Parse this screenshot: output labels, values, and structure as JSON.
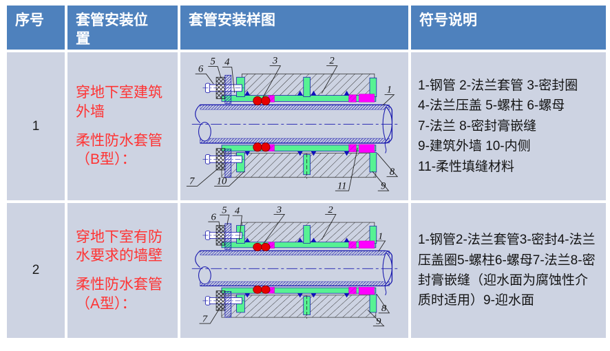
{
  "colors": {
    "header_bg": "#4E81BD",
    "header_text": "#FFFFFF",
    "row_bg": "#CDD3E2",
    "position_text_red": "#FF3333",
    "legend_text": "#141414",
    "diagram_green": "#57F293",
    "diagram_blue": "#1A1AAE",
    "diagram_magenta": "#FF00FF",
    "diagram_seal_red": "#E80000"
  },
  "table": {
    "headers": [
      "序号",
      "套管安装位置",
      "套管安装样图",
      "符号说明"
    ],
    "rows": [
      {
        "no": "1",
        "position": [
          "穿地下室建筑外墙",
          "柔性防水套管（B型）："
        ],
        "legend_lines": [
          "1-钢管 2-法兰套管 3-密封圈",
          "4-法兰压盖 5-螺柱 6-螺母",
          "7-法兰 8-密封膏嵌缝",
          "9-建筑外墙 10-内侧",
          "11-柔性填缝材料"
        ],
        "diagram_labels": [
          "6",
          "5",
          "4",
          "3",
          "2",
          "1",
          "7",
          "10",
          "11",
          "9",
          "8"
        ]
      },
      {
        "no": "2",
        "position": [
          "穿地下室有防水要求的墙壁",
          "柔性防水套管（A型）："
        ],
        "legend_lines": [
          "1-钢管2-法兰套管3-密封4-法兰压盖圈5-螺柱6-螺母7-法兰8-密封膏嵌缝（迎水面为腐蚀性介质时适用）9-迎水面"
        ],
        "diagram_labels": [
          "6",
          "5",
          "4",
          "3",
          "2",
          "1",
          "7",
          "8",
          "9"
        ]
      }
    ]
  }
}
